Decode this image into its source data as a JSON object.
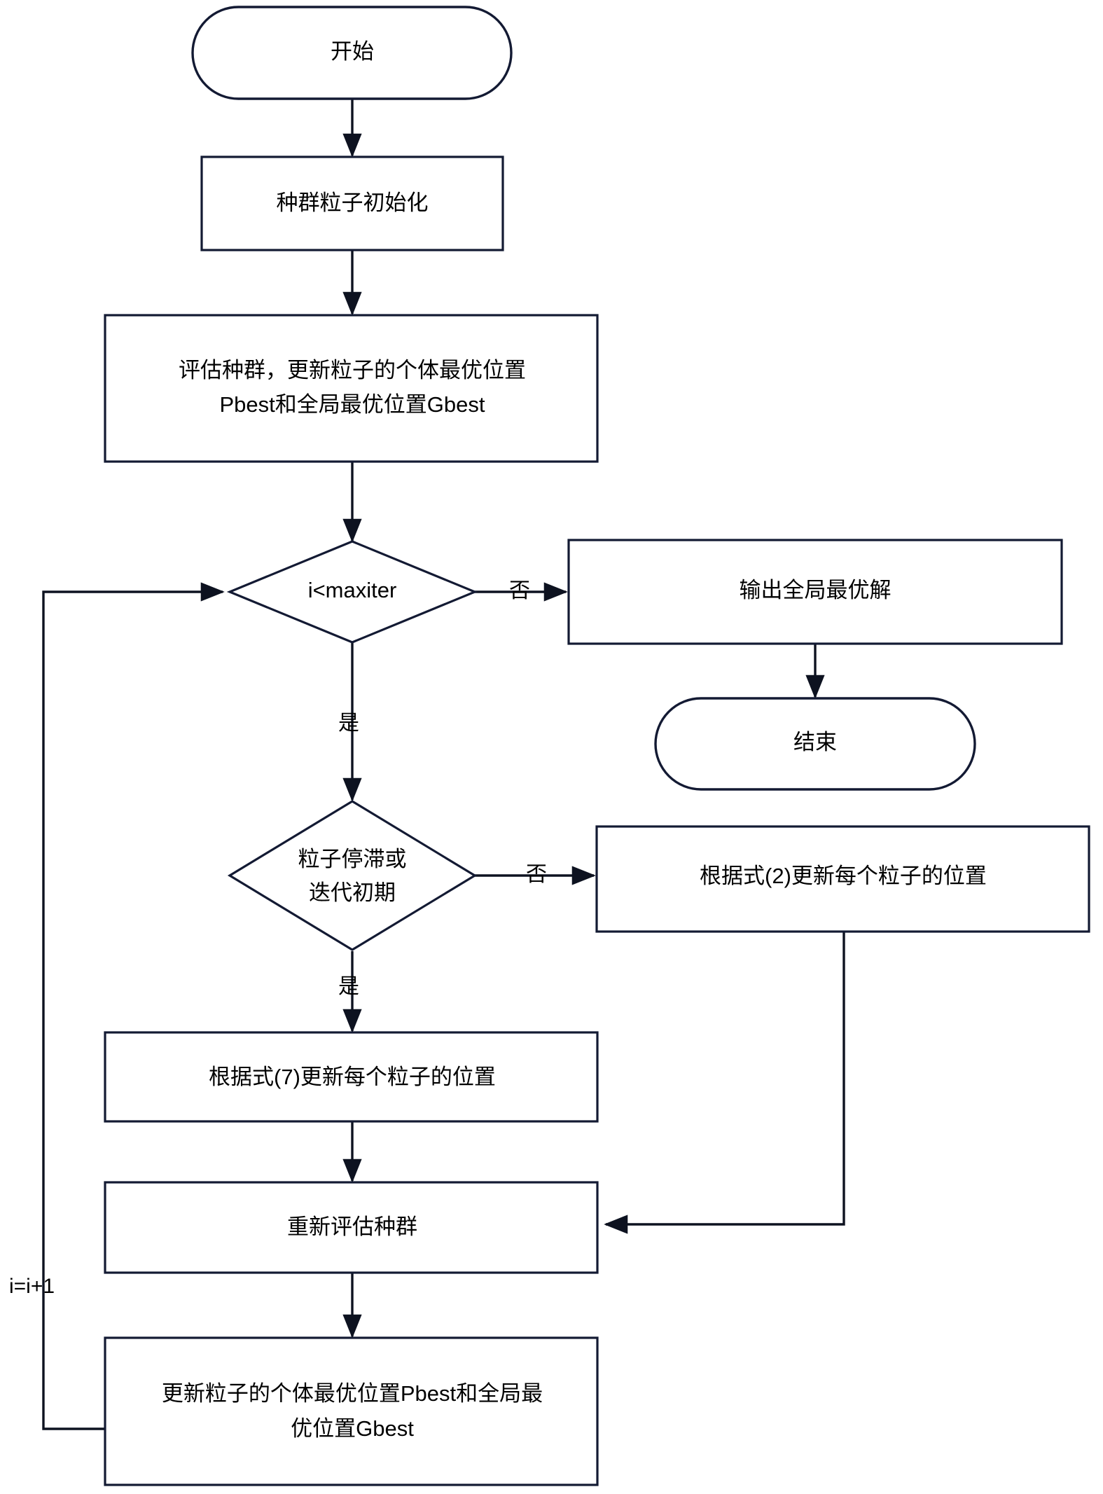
{
  "diagram": {
    "type": "flowchart",
    "title": "",
    "language": "zh-CN",
    "colors": {
      "node_stroke": "#131a33",
      "connector": "#0d1220",
      "node_fill": "#ffffff",
      "text": "#000000",
      "background": "#ffffff"
    },
    "nodes": [
      {
        "id": "start",
        "shape": "terminator",
        "label": "开始"
      },
      {
        "id": "init",
        "shape": "process",
        "label": "种群粒子初始化"
      },
      {
        "id": "evaluate",
        "shape": "process",
        "line1": "评估种群，更新粒子的个体最优位置",
        "line2": "Pbest和全局最优位置Gbest"
      },
      {
        "id": "cond-maxiter",
        "shape": "decision",
        "label": "i<maxiter"
      },
      {
        "id": "output-best",
        "shape": "process",
        "label": "输出全局最优解"
      },
      {
        "id": "end",
        "shape": "terminator",
        "label": "结束"
      },
      {
        "id": "cond-stagnate",
        "shape": "decision",
        "line1": "粒子停滞或",
        "line2": "迭代初期"
      },
      {
        "id": "update-eq2",
        "shape": "process",
        "label": "根据式(2)更新每个粒子的位置"
      },
      {
        "id": "update-eq7",
        "shape": "process",
        "label": "根据式(7)更新每个粒子的位置"
      },
      {
        "id": "reevaluate",
        "shape": "process",
        "label": "重新评估种群"
      },
      {
        "id": "update-best",
        "shape": "process",
        "line1": "更新粒子的个体最优位置Pbest和全局最",
        "line2": "优位置Gbest"
      }
    ],
    "edge_labels": {
      "maxiter_no": "否",
      "maxiter_yes": "是",
      "stagnate_no": "否",
      "stagnate_yes": "是",
      "loop_increment": "i=i+1"
    }
  }
}
